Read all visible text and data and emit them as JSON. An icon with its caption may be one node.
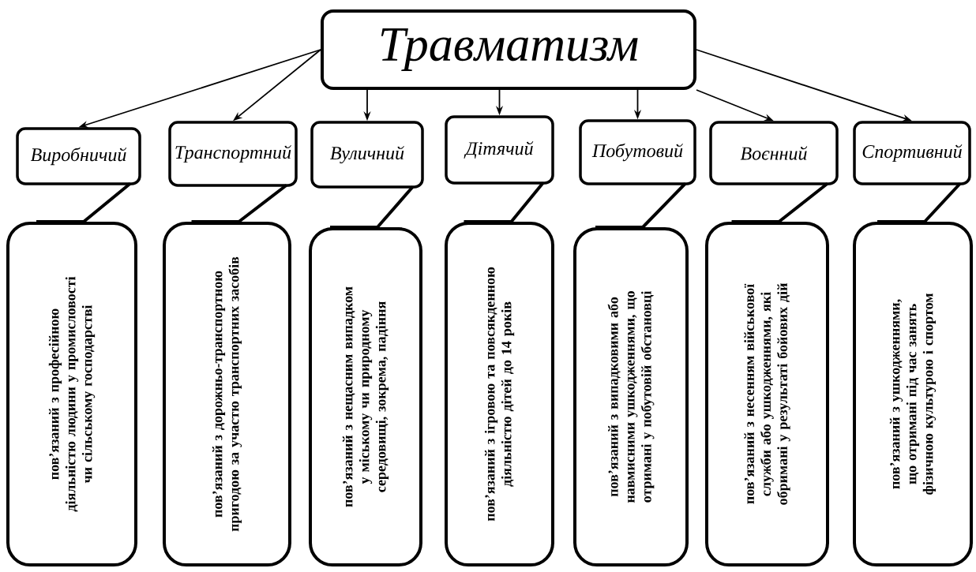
{
  "diagram": {
    "nodes": [
      {
        "text": [
          "Травматизм"
        ]
      },
      {
        "text": [
          "Виробничий"
        ]
      },
      {
        "text": [
          "Транспортний"
        ]
      },
      {
        "text": [
          "Вуличний"
        ]
      },
      {
        "text": [
          "Дітячий"
        ]
      },
      {
        "text": [
          "Побутовий"
        ]
      },
      {
        "text": [
          "Воєнний"
        ]
      },
      {
        "text": [
          "Спортивний"
        ]
      },
      {
        "text": [
          "пов’язаний з професійною діяльністю людини у промисловості чи сільському господарстві"
        ]
      },
      {
        "text": [
          "пов’язаний з дорожньо-транспортною пригодою за участю транспортних засобів"
        ]
      },
      {
        "text": [
          "пов’язаний з нещасним випадком у міському чи природному середовищі, зокрема, падіння"
        ]
      },
      {
        "text": [
          "пов’язаний з ігровою та повсякденною діяльністю дітей до 14 років"
        ]
      },
      {
        "text": [
          "пов’язаний з випадковими або навмисними ушкодженнями, що отримані у побутовій обстановці"
        ]
      },
      {
        "text": [
          "пов’язаний з несенням військової служби або ушкодженнями, які обримані у результаті бойових дій"
        ]
      },
      {
        "text": [
          "пов’язаний з ушкодженнями, що отримані під час занять фізичною культурою і спортом"
        ]
      }
    ],
    "edges": [
      {
        "from": 0,
        "to": 1,
        "arrow": "to"
      },
      {
        "from": 0,
        "to": 2,
        "arrow": "to"
      },
      {
        "from": 0,
        "to": 3,
        "arrow": "to"
      },
      {
        "from": 0,
        "to": 4,
        "arrow": "to"
      },
      {
        "from": 0,
        "to": 5,
        "arrow": "to"
      },
      {
        "from": 0,
        "to": 6,
        "arrow": "to"
      },
      {
        "from": 0,
        "to": 7,
        "arrow": "to"
      },
      {
        "from": 8,
        "to": 1,
        "arrow": "none",
        "style": "thick"
      },
      {
        "from": 9,
        "to": 2,
        "arrow": "none",
        "style": "thick"
      },
      {
        "from": 10,
        "to": 3,
        "arrow": "none",
        "style": "thick"
      },
      {
        "from": 11,
        "to": 4,
        "arrow": "none",
        "style": "thick"
      },
      {
        "from": 12,
        "to": 5,
        "arrow": "none",
        "style": "thick"
      },
      {
        "from": 13,
        "to": 6,
        "arrow": "none",
        "style": "thick"
      },
      {
        "from": 14,
        "to": 7,
        "arrow": "none",
        "style": "thick"
      }
    ]
  }
}
